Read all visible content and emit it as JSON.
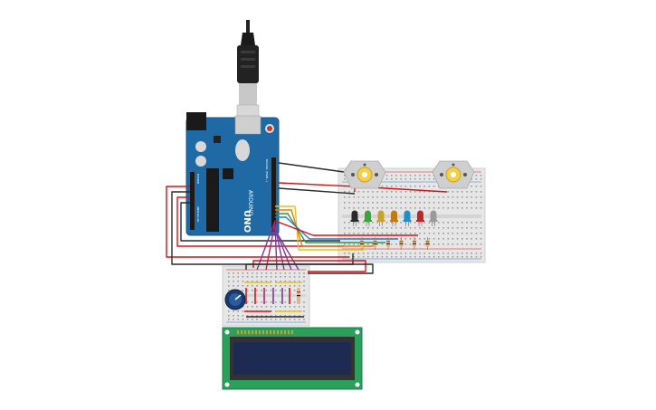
{
  "arduino": {
    "brand_text": "ARDUINO",
    "model_text": "UNO",
    "header_digital_text": "DIGITAL (PWM~)",
    "header_power_text": "POWER",
    "header_analog_text": "ANALOG IN",
    "board_color": "#1f6aa5"
  },
  "leds": {
    "colors": [
      "#2a2a2a",
      "#3aa63a",
      "#c9a227",
      "#c47a12",
      "#1f8fc9",
      "#c0272d",
      "#9a9a9a"
    ]
  },
  "lcd": {
    "pcb_color": "#2aa05a",
    "screen_color": "#1d2a52"
  },
  "wire_colors": {
    "red": "#d0161b",
    "black": "#2a2a2a",
    "purple": "#7b3a9a",
    "magenta": "#b0266a",
    "yellow": "#e8c21a",
    "orange": "#e87a1a",
    "green": "#2a9a3a",
    "blue": "#2a7ad0"
  }
}
